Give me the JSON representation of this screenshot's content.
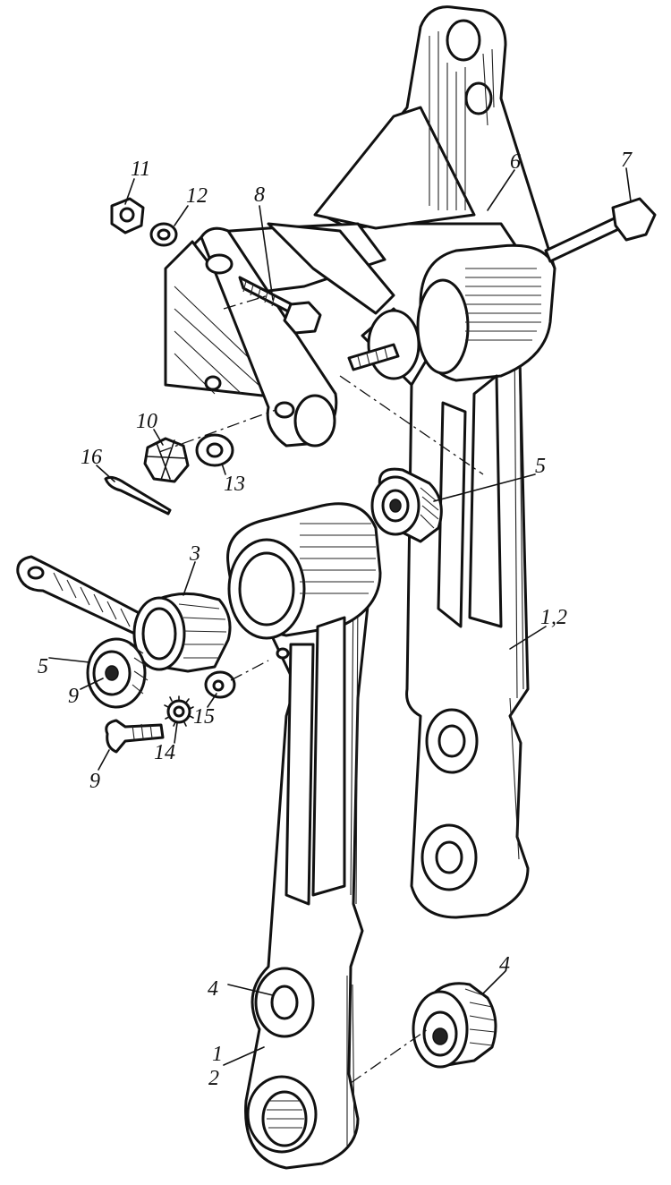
{
  "diagram": {
    "callouts": [
      {
        "id": "c11",
        "text": "11"
      },
      {
        "id": "c12",
        "text": "12"
      },
      {
        "id": "c8",
        "text": "8"
      },
      {
        "id": "c6",
        "text": "6"
      },
      {
        "id": "c7",
        "text": "7"
      },
      {
        "id": "c10",
        "text": "10"
      },
      {
        "id": "c16",
        "text": "16"
      },
      {
        "id": "c13",
        "text": "13"
      },
      {
        "id": "c5a",
        "text": "5"
      },
      {
        "id": "c3",
        "text": "3"
      },
      {
        "id": "c5b",
        "text": "5"
      },
      {
        "id": "c9a",
        "text": "9"
      },
      {
        "id": "c9b",
        "text": "9"
      },
      {
        "id": "c14",
        "text": "14"
      },
      {
        "id": "c15",
        "text": "15"
      },
      {
        "id": "c12b",
        "text": "1,2"
      },
      {
        "id": "c4a",
        "text": "4"
      },
      {
        "id": "c4b",
        "text": "4"
      },
      {
        "id": "c1",
        "text": "1"
      },
      {
        "id": "c2",
        "text": "2"
      }
    ]
  }
}
